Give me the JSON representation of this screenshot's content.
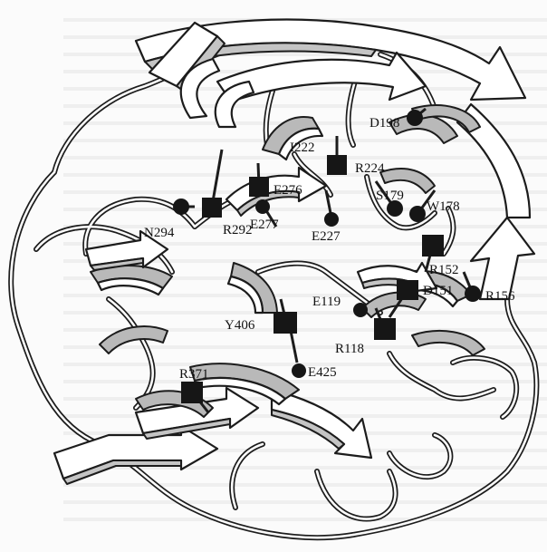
{
  "residues": [
    {
      "label": "D198",
      "marker": "circle"
    },
    {
      "label": "I222",
      "marker": "square"
    },
    {
      "label": "R224",
      "marker": "square"
    },
    {
      "label": "E276",
      "marker": "square"
    },
    {
      "label": "R292",
      "marker": "square"
    },
    {
      "label": "N294",
      "marker": "circle"
    },
    {
      "label": "E277",
      "marker": "circle"
    },
    {
      "label": "E227",
      "marker": "circle"
    },
    {
      "label": "S179",
      "marker": "circle"
    },
    {
      "label": "W178",
      "marker": "circle"
    },
    {
      "label": "R152",
      "marker": "square"
    },
    {
      "label": "D151",
      "marker": "square"
    },
    {
      "label": "R156",
      "marker": "circle"
    },
    {
      "label": "E119",
      "marker": "circle"
    },
    {
      "label": "R118",
      "marker": "square"
    },
    {
      "label": "Y406",
      "marker": "square"
    },
    {
      "label": "E425",
      "marker": "circle"
    },
    {
      "label": "R371",
      "marker": "square"
    }
  ],
  "colors": {
    "ink": "#1c1c1c",
    "shade": "#b9b9b9",
    "background": "#fbfbfb"
  }
}
